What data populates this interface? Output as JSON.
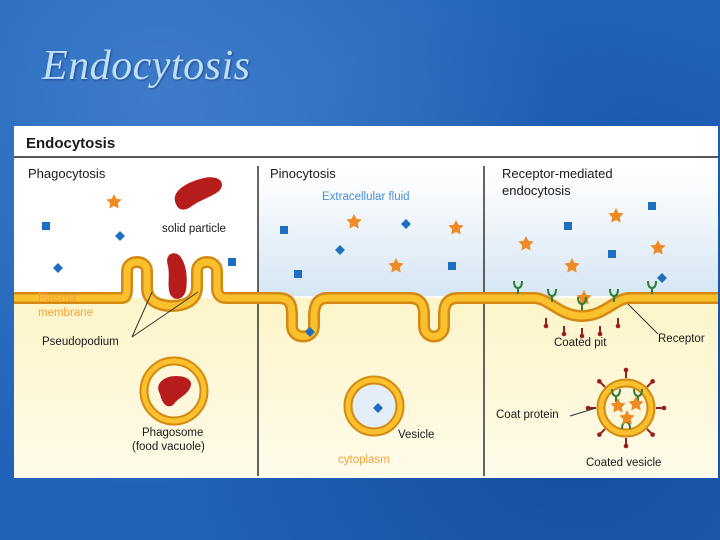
{
  "slide": {
    "title": "Endocytosis"
  },
  "figure": {
    "title": "Endocytosis",
    "sections": {
      "phagocytosis": "Phagocytosis",
      "pinocytosis": "Pinocytosis",
      "receptor_line1": "Receptor-mediated",
      "receptor_line2": "endocytosis"
    },
    "labels": {
      "solid_particle": "solid particle",
      "plasma_line1": "Plasma",
      "plasma_line2": "membrane",
      "pseudopodium": "Pseudopodium",
      "phagosome": "Phagosome",
      "food_vacuole": "(food vacuole)",
      "extracellular_fluid": "Extracellular fluid",
      "vesicle": "Vesicle",
      "cytoplasm": "cytoplasm",
      "coated_pit": "Coated pit",
      "receptor": "Receptor",
      "coat_protein": "Coat protein",
      "coated_vesicle": "Coated vesicle"
    },
    "colors": {
      "membrane_outer": "#d48a12",
      "membrane_inner": "#fbc02d",
      "extracellular": "#dce9f5",
      "cytoplasm": "#fdf7d2",
      "particle": "#b71c1c",
      "star": "#f08a24",
      "square": "#1e6fc0",
      "receptor": "#2e7d32",
      "coat_protein": "#9c1c1c",
      "label_accent": "#f7a43c"
    }
  }
}
